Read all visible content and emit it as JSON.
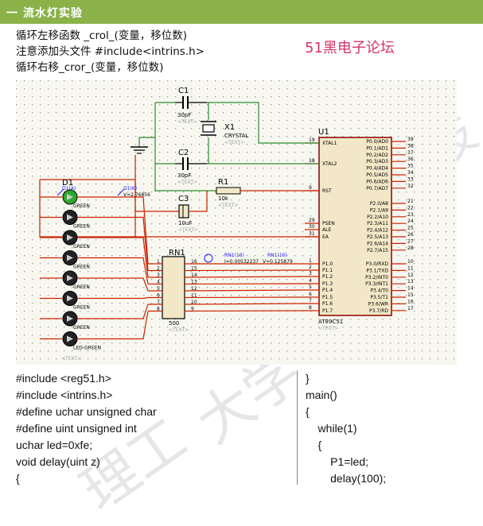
{
  "header": {
    "title": "一 流水灯实验"
  },
  "notes": [
    "循环左移函数 _crol_(变量，移位数)",
    "注意添加头文件 #include<intrins.h>",
    "循环右移_cror_(变量，移位数)"
  ],
  "forum": "51黑电子论坛",
  "watermark": [
    "技",
    "大学",
    "理工"
  ],
  "schematic": {
    "components": {
      "c1": {
        "ref": "C1",
        "value": "30pF",
        "text": "<TEXT>"
      },
      "c2": {
        "ref": "C2",
        "value": "30pF",
        "text": "<TEXT>"
      },
      "c3": {
        "ref": "C3",
        "value": "10uF",
        "text": "<TEXT>"
      },
      "x1": {
        "ref": "X1",
        "value": "CRYSTAL",
        "text": "<TEXT>"
      },
      "r1": {
        "ref": "R1",
        "value": "10k",
        "text": "<TEXT>"
      },
      "rn1": {
        "ref": "RN1",
        "value": "500",
        "text": "<TEXT>"
      },
      "d1": {
        "ref": "D1",
        "value": "LED-GREEN",
        "text": "<TEXT>"
      },
      "u1": {
        "ref": "U1",
        "value": "AT89C51",
        "text": "<TEXT>"
      }
    },
    "probes": {
      "d1a": "D1(A)",
      "d1k": "D1(K)",
      "d1v": "V=2.76856",
      "rn1a": "RN1(16)",
      "rn1b": "RN1(16)",
      "rn1i": "I=0.00532237",
      "rn1v": "V=0.125879"
    },
    "led_labels": [
      "GREEN",
      "GREEN",
      "GREEN",
      "GREEN",
      "GREEN",
      "GREEN",
      "GREEN",
      "LED-GREEN"
    ],
    "rn_pins_left": [
      "1",
      "2",
      "3",
      "4",
      "5",
      "6",
      "7",
      "8"
    ],
    "rn_pins_right": [
      "16",
      "15",
      "14",
      "13",
      "12",
      "11",
      "10",
      "9"
    ],
    "u1_left_pins": [
      {
        "num": "19",
        "name": "XTAL1"
      },
      {
        "num": "18",
        "name": "XTAL2"
      },
      {
        "num": "9",
        "name": "RST"
      },
      {
        "num": "29",
        "name": "PSEN"
      },
      {
        "num": "30",
        "name": "ALE"
      },
      {
        "num": "31",
        "name": "EA"
      },
      {
        "num": "1",
        "name": "P1.0"
      },
      {
        "num": "2",
        "name": "P1.1"
      },
      {
        "num": "3",
        "name": "P1.2"
      },
      {
        "num": "4",
        "name": "P1.3"
      },
      {
        "num": "5",
        "name": "P1.4"
      },
      {
        "num": "6",
        "name": "P1.5"
      },
      {
        "num": "7",
        "name": "P1.6"
      },
      {
        "num": "8",
        "name": "P1.7"
      }
    ],
    "u1_right_pins": [
      {
        "num": "39",
        "name": "P0.0/AD0"
      },
      {
        "num": "38",
        "name": "P0.1/AD1"
      },
      {
        "num": "37",
        "name": "P0.2/AD2"
      },
      {
        "num": "36",
        "name": "P0.3/AD3"
      },
      {
        "num": "35",
        "name": "P0.4/AD4"
      },
      {
        "num": "34",
        "name": "P0.5/AD5"
      },
      {
        "num": "33",
        "name": "P0.6/AD6"
      },
      {
        "num": "32",
        "name": "P0.7/AD7"
      },
      {
        "num": "21",
        "name": "P2.0/A8"
      },
      {
        "num": "22",
        "name": "P2.1/A9"
      },
      {
        "num": "23",
        "name": "P2.2/A10"
      },
      {
        "num": "24",
        "name": "P2.3/A11"
      },
      {
        "num": "25",
        "name": "P2.4/A12"
      },
      {
        "num": "26",
        "name": "P2.5/A13"
      },
      {
        "num": "27",
        "name": "P2.6/A14"
      },
      {
        "num": "28",
        "name": "P2.7/A15"
      },
      {
        "num": "10",
        "name": "P3.0/RXD"
      },
      {
        "num": "11",
        "name": "P3.1/TXD"
      },
      {
        "num": "12",
        "name": "P3.2/INT0"
      },
      {
        "num": "13",
        "name": "P3.3/INT1"
      },
      {
        "num": "14",
        "name": "P3.4/T0"
      },
      {
        "num": "15",
        "name": "P3.5/T1"
      },
      {
        "num": "16",
        "name": "P3.6/WR"
      },
      {
        "num": "17",
        "name": "P3.7/RD"
      }
    ]
  },
  "code_left": [
    "#include <reg51.h>",
    "#include <intrins.h>",
    "#define uchar unsigned char",
    "#define uint unsigned int",
    "uchar led=0xfe;",
    "void delay(uint z)",
    "{"
  ],
  "code_right": [
    "}",
    "main()",
    "{",
    "    while(1)",
    "    {",
    "        P1=led;",
    "        delay(100);"
  ]
}
